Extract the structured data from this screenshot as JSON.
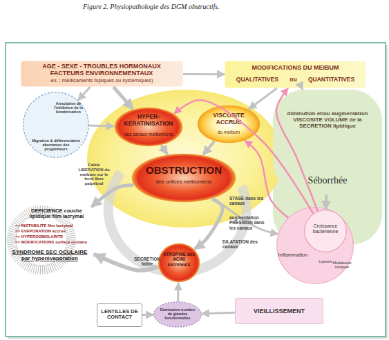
{
  "diagram": {
    "title": "Figure 2. Physiopathologie des DGM obstructifs.",
    "nodes": [
      {
        "text": [
          "AGE - SEXE - TROUBLES HORMONAUX FACTEURS ENVIRONNEMENTAUX",
          "ex. : médicaments topiques ou systémiques)"
        ]
      },
      {
        "text": [
          "MODIFICATIONS DU MEIBUM",
          "QUALITATIVES ou QUANTITATIVES"
        ]
      },
      {
        "text": [
          "Annulation de l'inhibition de la kératinisation",
          "Migration & différenciation aberrantes des progéniteurs"
        ]
      },
      {
        "text": [
          "diminution et/ou augmentation VISCOSITE VOLUME de la SECRETION lipidique",
          "Séborrhée"
        ]
      },
      {
        "text": [
          "HYPER-KERATINISATION",
          "des canaux meibomiens"
        ]
      },
      {
        "text": [
          "VISCOSITE ACCRUE",
          "du meibum"
        ]
      },
      {
        "text": [
          "OBSTRUCTION",
          "des orifices meibomiens"
        ]
      },
      {
        "text": [
          "ATROPHIE des ACINI sécréteurs"
        ]
      },
      {
        "text": [
          "DEFICIENCE couche lipidique film lacrymal",
          "=> INSTABILITE film lacrymal",
          "=> EVAPORATION accrue",
          "=> HYPEROSMOLARITE",
          "=> MODIFICATIONS surface oculaire",
          "SYNDROME SEC OCULAIRE par hyperévaporation"
        ]
      },
      {
        "text": [
          "Inflammation",
          "Lipases",
          "Médiateurs toxiques"
        ]
      },
      {
        "text": [
          "Croissance bactérienne"
        ],
        "in": 9
      },
      {
        "text": [
          "LENTILLES DE CONTACT"
        ]
      },
      {
        "text": [
          "Diminution nombre de glandes fonctionnelles"
        ]
      },
      {
        "text": [
          "VIEILLISSEMENT"
        ]
      }
    ],
    "edges": [
      {
        "from": 0,
        "to": 2,
        "arrow": "to"
      },
      {
        "from": 2,
        "to": 4,
        "arrow": "to"
      },
      {
        "from": 0,
        "to": 4,
        "arrow": "to"
      },
      {
        "from": 0,
        "to": 1,
        "arrow": "to"
      },
      {
        "from": 1,
        "to": 5,
        "arrow": "to"
      },
      {
        "from": 1,
        "to": 3,
        "arrow": "to"
      },
      {
        "from": 4,
        "to": 6,
        "arrow": "to"
      },
      {
        "from": 5,
        "to": 6,
        "arrow": "to"
      },
      {
        "from": 3,
        "to": 10,
        "arrow": "to"
      },
      {
        "from": 10,
        "to": 4,
        "arrow": "to"
      },
      {
        "from": 10,
        "to": 1,
        "arrow": "to"
      },
      {
        "from": 9,
        "to": 5,
        "arrow": "to"
      },
      {
        "from": 6,
        "to": 8,
        "arrow": "to",
        "label": "Faible LIBERATION du meibum sur le bord libre palpébral"
      },
      {
        "from": 7,
        "to": 8,
        "arrow": "to",
        "label": "SECRETION faible"
      },
      {
        "from": 6,
        "to": 9,
        "arrow": "to"
      },
      {
        "from": 11,
        "to": 12,
        "arrow": "to"
      },
      {
        "from": 13,
        "to": 12,
        "arrow": "to"
      },
      {
        "from": 12,
        "to": 7,
        "arrow": "to"
      },
      {
        "from": 6,
        "to": 7,
        "arrow": "to"
      }
    ],
    "labels": [
      "STASE dans les canaux",
      "augmentation PRESSION dans les canaux",
      "DILATATION des canaux"
    ]
  }
}
